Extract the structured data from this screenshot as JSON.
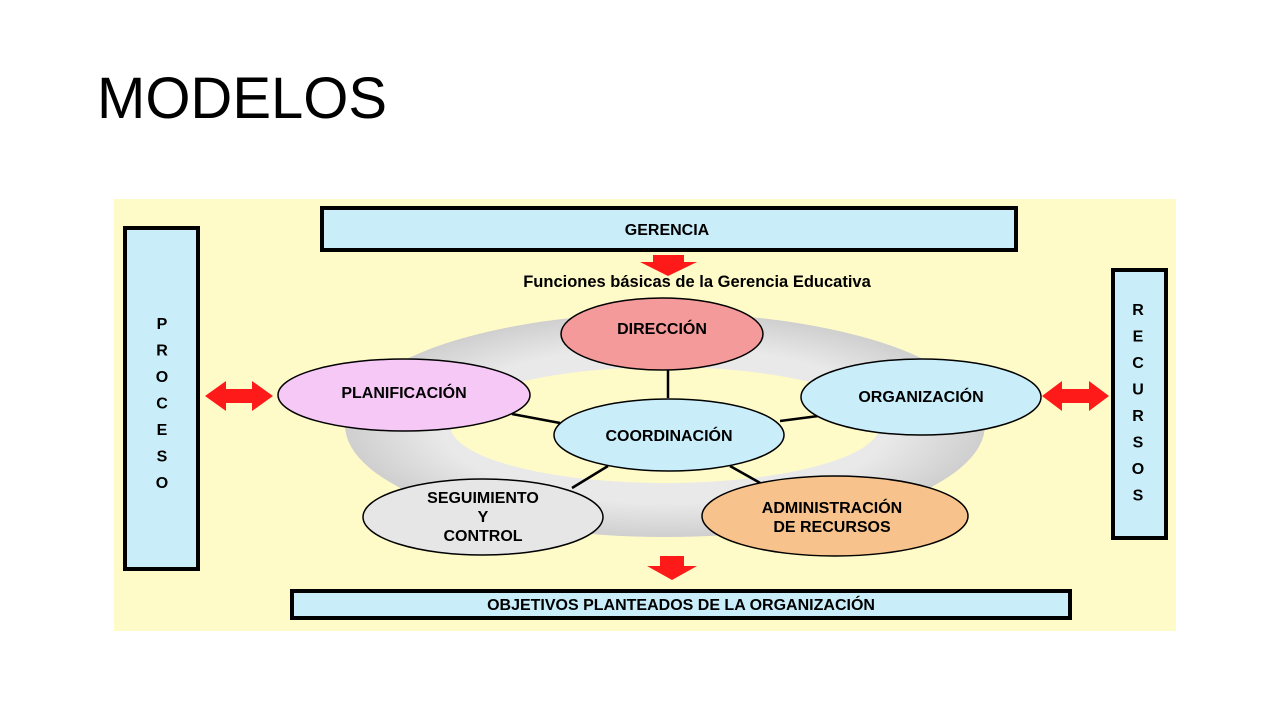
{
  "slide": {
    "title": "MODELOS"
  },
  "diagram": {
    "colors": {
      "background": "#FFFBC8",
      "box_fill": "#C9EEFA",
      "ring": "#DDDDDD",
      "arrow": "#FF1A1A",
      "direccion": "#F49A9A",
      "planificacion": "#F6C8F6",
      "organizacion": "#C9EEFA",
      "coordinacion": "#C9EEFA",
      "seguimiento": "#E6E6E6",
      "administracion": "#F7C28C"
    },
    "top_box": "GERENCIA",
    "subtitle": "Funciones básicas de la Gerencia Educativa",
    "bottom_box": "OBJETIVOS PLANTEADOS DE LA ORGANIZACIÓN",
    "left_box_letters": [
      "P",
      "R",
      "O",
      "C",
      "E",
      "S",
      "O"
    ],
    "right_box_letters": [
      "R",
      "E",
      "C",
      "U",
      "R",
      "S",
      "O",
      "S"
    ],
    "nodes": {
      "direccion": "DIRECCIÓN",
      "planificacion": "PLANIFICACIÓN",
      "organizacion": "ORGANIZACIÓN",
      "coordinacion": "COORDINACIÓN",
      "seguimiento": [
        "SEGUIMIENTO",
        "Y",
        "CONTROL"
      ],
      "administracion": [
        "ADMINISTRACIÓN",
        "DE RECURSOS"
      ]
    }
  }
}
